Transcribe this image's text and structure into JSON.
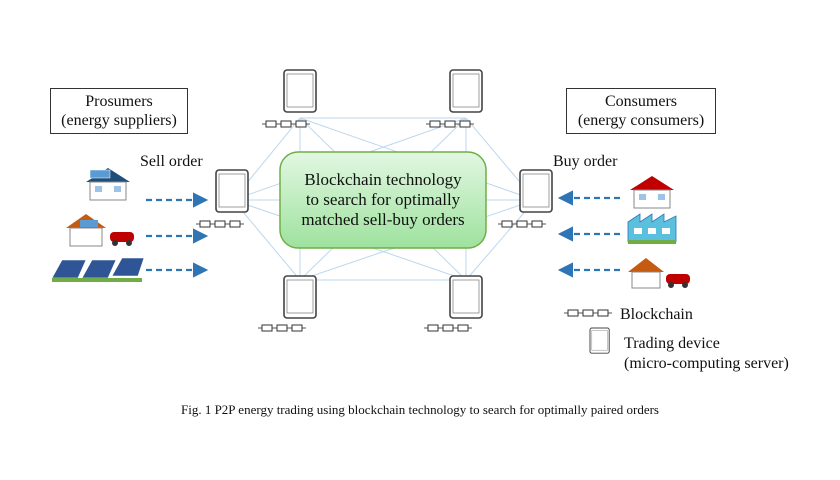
{
  "prosumers": {
    "line1": "Prosumers",
    "line2": "(energy suppliers)"
  },
  "consumers": {
    "line1": "Consumers",
    "line2": "(energy consumers)"
  },
  "sell_order": "Sell order",
  "buy_order": "Buy order",
  "center": {
    "line1": "Blockchain technology",
    "line2": "to search for optimally",
    "line3": "matched sell-buy orders"
  },
  "legend": {
    "blockchain": "Blockchain",
    "device_line1": "Trading device",
    "device_line2": "(micro-computing server)"
  },
  "caption": "Fig. 1 P2P energy trading using blockchain technology to search for optimally paired orders",
  "colors": {
    "arrow": "#2e75b6",
    "center_fill": "#c6efce",
    "center_stroke": "#70ad47",
    "mesh": "#bdd7ee"
  }
}
